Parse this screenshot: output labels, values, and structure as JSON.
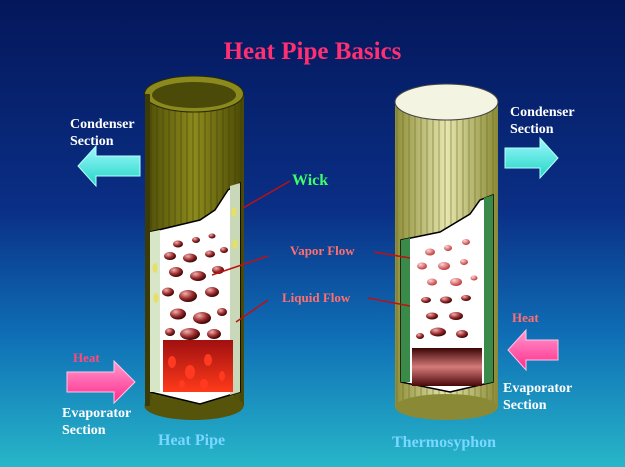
{
  "title": "Heat Pipe Basics",
  "heat_pipe": {
    "condenser_label": "Condenser\nSection",
    "evaporator_label": "Evaporator\nSection",
    "heat_label": "Heat",
    "wick_label": "Wick",
    "caption": "Heat Pipe"
  },
  "thermosyphon": {
    "condenser_label": "Condenser\nSection",
    "evaporator_label": "Evaporator\nSection",
    "heat_label": "Heat",
    "caption": "Thermosyphon"
  },
  "callouts": {
    "vapor_flow": "Vapor Flow",
    "liquid_flow": "Liquid Flow"
  },
  "colors": {
    "title": "#ff2f72",
    "heat_pipe_shell": "#6b6a10",
    "thermosyphon_shell": "#b9b96a",
    "cold_arrow": "#44f0d8",
    "hot_arrow": "#ff3c9a",
    "callout_line": "#c01010"
  }
}
